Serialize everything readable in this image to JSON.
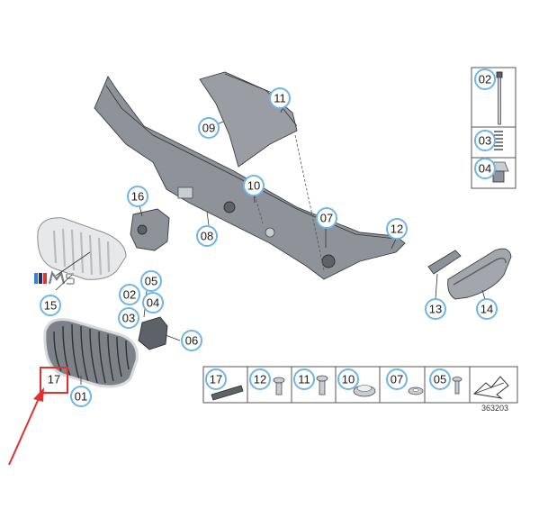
{
  "diagram": {
    "figure_number": "363203",
    "callouts": {
      "c01": "01",
      "c02a": "02",
      "c02b": "02",
      "c03a": "03",
      "c03b": "03",
      "c04a": "04",
      "c04b": "04",
      "c05a": "05",
      "c05b": "05",
      "c06": "06",
      "c07a": "07",
      "c07b": "07",
      "c08": "08",
      "c09": "09",
      "c10a": "10",
      "c10b": "10",
      "c11a": "11",
      "c11b": "11",
      "c12a": "12",
      "c12b": "12",
      "c13": "13",
      "c14": "14",
      "c15": "15",
      "c16": "16",
      "c17a": "17",
      "c17b": "17"
    },
    "highlight_color": "#e53030",
    "callout_ring_color": "#6fb6e6"
  }
}
